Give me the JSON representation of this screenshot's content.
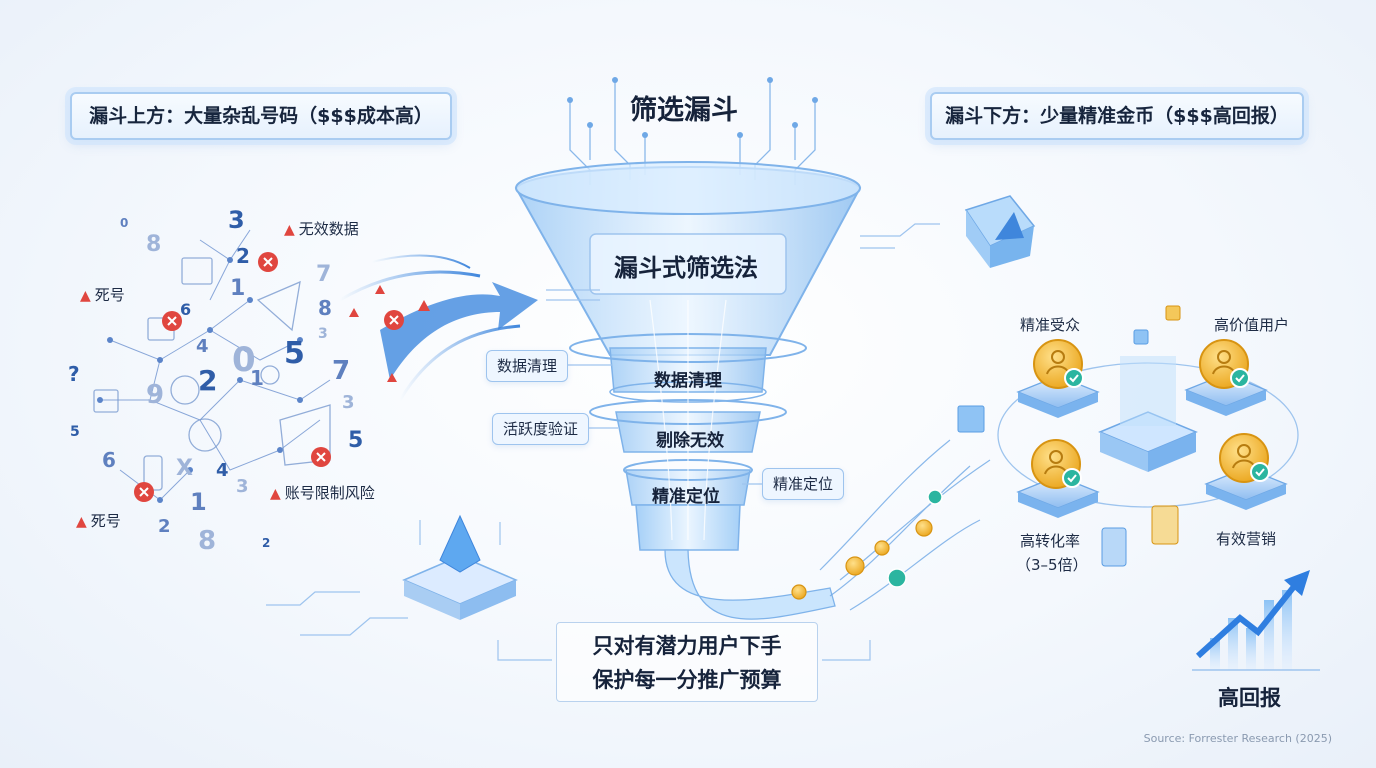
{
  "header_left": "漏斗上方：大量杂乱号码（$$$成本高）",
  "header_right": "漏斗下方：少量精准金币（$$$高回报）",
  "title": "筛选漏斗",
  "funnel_main": "漏斗式筛选法",
  "rings": [
    "数据清理",
    "剔除无效",
    "精准定位"
  ],
  "side_pills": [
    "数据清理",
    "活跃度验证",
    "精准定位"
  ],
  "warnings": [
    "无效数据",
    "死号",
    "账号限制风险",
    "死号"
  ],
  "scattered_numbers": [
    "3",
    "0",
    "8",
    "2",
    "1",
    "7",
    "6",
    "4",
    "0",
    "5",
    "8",
    "3",
    "?",
    "7",
    "9",
    "2",
    "1",
    "3",
    "5",
    "6",
    "X",
    "4",
    "1",
    "3",
    "5",
    "2",
    "8",
    "2"
  ],
  "right_labels": {
    "precise_audience": "精准受众",
    "high_value_user": "高价值用户",
    "high_conversion": "高转化率",
    "multiplier": "（3–5倍）",
    "effective_marketing": "有效营销"
  },
  "bottom_text": [
    "只对有潜力用户下手",
    "保护每一分推广预算"
  ],
  "high_return": "高回报",
  "source": "Source: Forrester Research (2025)",
  "colors": {
    "accent": "#4a90e2",
    "warning": "#e0463f",
    "coin": "#f2b52a",
    "check": "#2bb5a0"
  }
}
